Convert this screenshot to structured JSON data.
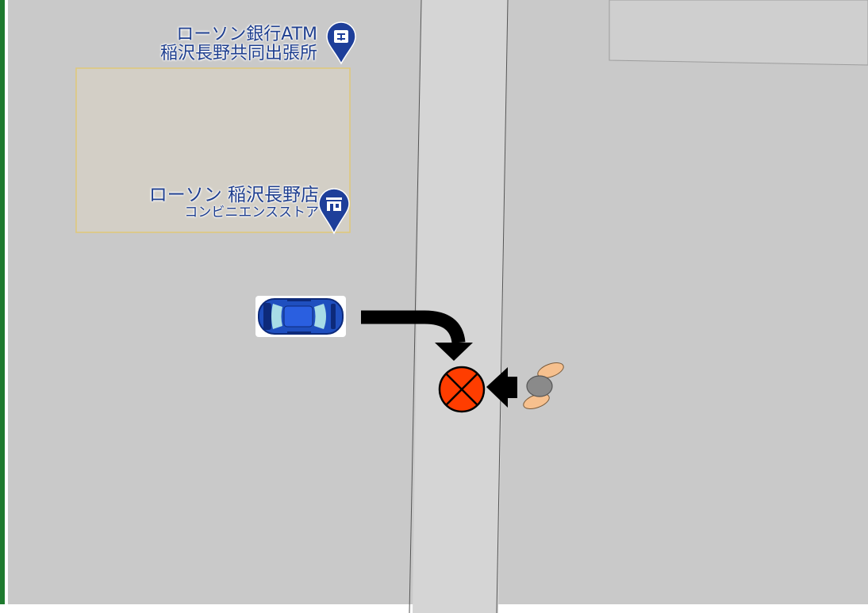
{
  "map": {
    "pois": [
      {
        "name": "ローソン銀行ATM",
        "sub": "稲沢長野共同出張所",
        "icon": "bank-pin-icon",
        "color": "#1e3f9a"
      },
      {
        "name": "ローソン 稲沢長野店",
        "sub": "コンビニエンスストア",
        "icon": "store-pin-icon",
        "color": "#1e3f9a"
      }
    ],
    "colors": {
      "ground": "#c9c9c9",
      "road": "#d5d5d5",
      "building": "#d3cfc6",
      "building_outline": "#e0c879",
      "label": "#1f3f8f",
      "pin": "#1e3f9a",
      "collision_marker": "#ff3d00",
      "arrow": "#000000",
      "car_body": "#1f4fbf",
      "car_glass": "#a8dce6",
      "pedestrian_head": "#8a8a8a",
      "pedestrian_arms": "#f6c08e"
    },
    "markers": {
      "vehicle": "car-icon",
      "vehicle_path": "turn-arrow-icon",
      "collision": "collision-x-icon",
      "pedestrian": "pedestrian-icon",
      "pedestrian_path": "arrow-left-icon"
    }
  }
}
